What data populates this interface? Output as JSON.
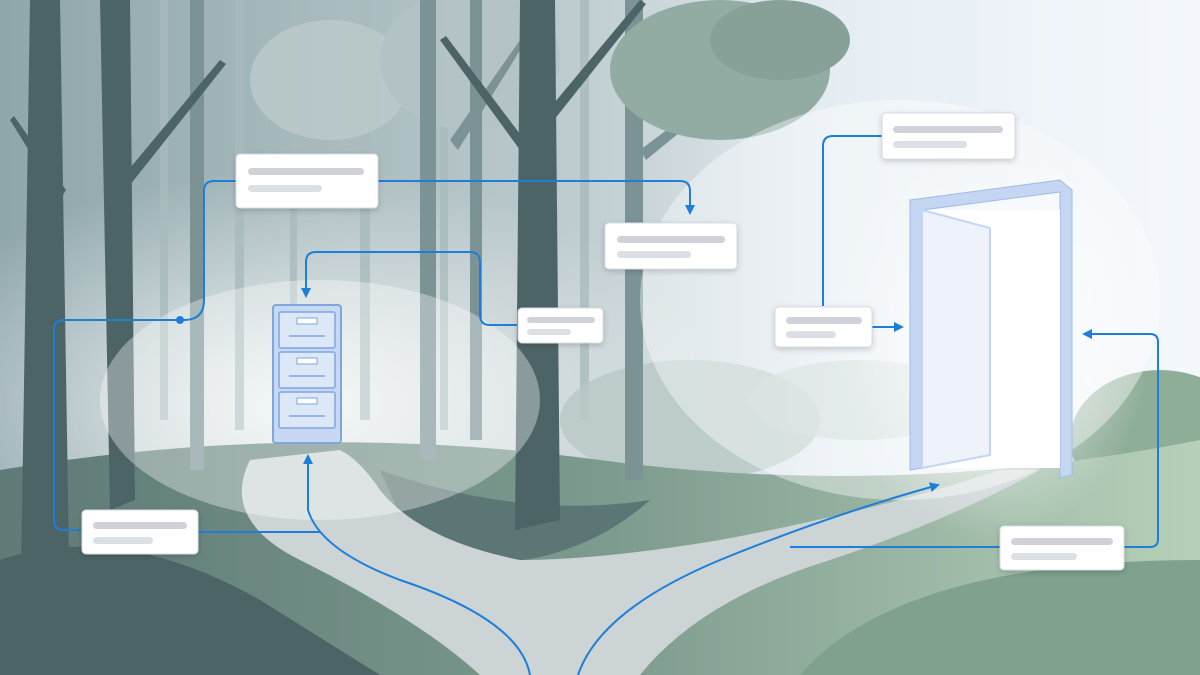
{
  "colors": {
    "sky_left": "#9fb3b8",
    "sky_right": "#f3f7fb",
    "connector": "#1e7fd8",
    "card_bg": "#ffffff",
    "placeholder_dark": "#cfd2d8",
    "placeholder_light": "#dcdfe4",
    "cabinet_fill": "#c9d8f2",
    "cabinet_stroke": "#7ea6df",
    "door_frame": "#c5d6f2",
    "door_glow": "#ffffff",
    "tree_dark": "#4d6467",
    "tree_mid": "#7c9396",
    "tree_far": "#a9bbbd",
    "bush_green": "#6f8f86",
    "grass_green": "#8fb29b",
    "path": "#c9d0d3"
  },
  "icons": {
    "cabinet": "filing-cabinet-icon",
    "door": "open-door-icon",
    "arrow": "arrowhead-icon"
  },
  "cards": [
    {
      "id": "card-top-left"
    },
    {
      "id": "card-top-middle"
    },
    {
      "id": "card-center"
    },
    {
      "id": "card-bottom-left"
    },
    {
      "id": "card-door-left"
    },
    {
      "id": "card-top-right"
    },
    {
      "id": "card-bottom-right"
    }
  ]
}
